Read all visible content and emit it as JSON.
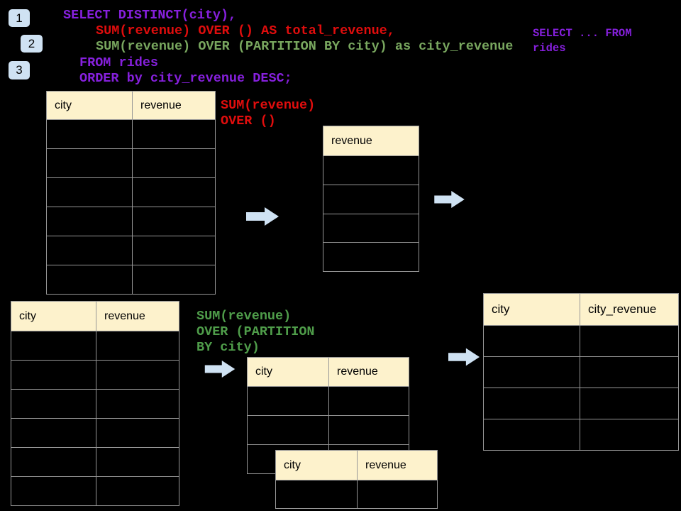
{
  "slide": {
    "badges": {
      "b1": "1",
      "b2": "2",
      "b3": "3"
    },
    "code": {
      "line1": "SELECT DISTINCT(city),",
      "line2": "SUM(revenue) OVER () AS total_revenue,",
      "line3": "SUM(revenue) OVER (PARTITION BY city) as city_revenue",
      "line4": "FROM rides",
      "line5": "ORDER by city_revenue DESC;"
    },
    "side_note": {
      "line1": "SELECT ... FROM",
      "line2": "rides"
    },
    "labels": {
      "total": {
        "line1": "SUM(revenue)",
        "line2": "OVER ()"
      },
      "partition": {
        "line1": "SUM(revenue)",
        "line2": "OVER (PARTITION",
        "line3": "BY city)"
      }
    },
    "tables": {
      "source_top": {
        "col1": "city",
        "col2": "revenue",
        "body_rows": 6
      },
      "total_result": {
        "col1": "revenue",
        "body_rows": 4
      },
      "source_bottom": {
        "col1": "city",
        "col2": "revenue",
        "body_rows": 6
      },
      "partitioned": {
        "col1": "city",
        "col2": "revenue",
        "body_rows": 3
      },
      "partitioned_overlay": {
        "col1": "city",
        "col2": "revenue",
        "body_rows": 1
      },
      "city_revenue_result": {
        "col1": "city",
        "col2": "city_revenue",
        "body_rows": 4
      }
    },
    "colors": {
      "background": "#000000",
      "keyword_purple": "#8620dd",
      "total_red": "#e00d0d",
      "partition_green_code": "#79a75f",
      "partition_green_label": "#4f9d4a",
      "table_header_bg": "#fdf2cc",
      "table_border": "#979797",
      "arrow_blue": "#cfe2f3"
    }
  }
}
